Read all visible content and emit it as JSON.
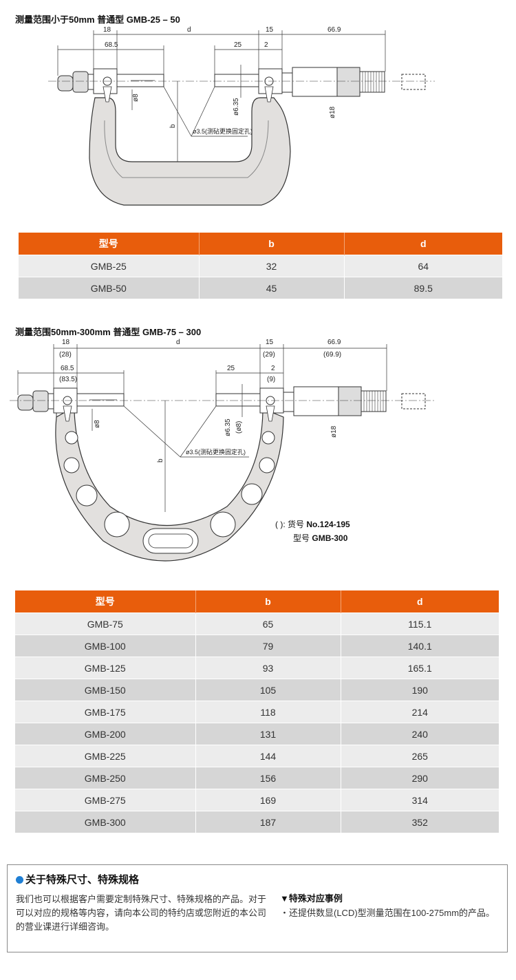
{
  "section1": {
    "title": "测量范围小于50mm 普通型   GMB-25 – 50",
    "dims": {
      "d18": "18",
      "d": "d",
      "d15": "15",
      "d669": "66.9",
      "d685": "68.5",
      "d25": "25",
      "d2": "2",
      "phi8": "ø8",
      "phi635": "ø6.35",
      "phi18": "ø18",
      "b": "b",
      "hole": "ø3.5(测砧更换固定孔)"
    },
    "table": {
      "headers": [
        "型号",
        "b",
        "d"
      ],
      "rows": [
        [
          "GMB-25",
          "32",
          "64"
        ],
        [
          "GMB-50",
          "45",
          "89.5"
        ]
      ]
    }
  },
  "section2": {
    "title": "测量范围50mm-300mm 普通型   GMB-75 – 300",
    "dims": {
      "d18": "18",
      "d18b": "(28)",
      "d": "d",
      "d15": "15",
      "d15b": "(29)",
      "d669": "66.9",
      "d669b": "(69.9)",
      "d685": "68.5",
      "d685b": "(83.5)",
      "d25": "25",
      "d2": "2",
      "d2b": "(9)",
      "phi8": "ø8",
      "phi635": "ø6.35",
      "phi635b": "(ø8)",
      "phi18": "ø18",
      "b": "b",
      "hole": "ø3.5(测砧更换固定孔)"
    },
    "legend": {
      "line1_prefix": "( ): 货号",
      "line1_value": "No.124-195",
      "line2_prefix": "型号",
      "line2_value": "GMB-300"
    },
    "table": {
      "headers": [
        "型号",
        "b",
        "d"
      ],
      "rows": [
        [
          "GMB-75",
          "65",
          "115.1"
        ],
        [
          "GMB-100",
          "79",
          "140.1"
        ],
        [
          "GMB-125",
          "93",
          "165.1"
        ],
        [
          "GMB-150",
          "105",
          "190"
        ],
        [
          "GMB-175",
          "118",
          "214"
        ],
        [
          "GMB-200",
          "131",
          "240"
        ],
        [
          "GMB-225",
          "144",
          "265"
        ],
        [
          "GMB-250",
          "156",
          "290"
        ],
        [
          "GMB-275",
          "169",
          "314"
        ],
        [
          "GMB-300",
          "187",
          "352"
        ]
      ]
    }
  },
  "note": {
    "title": "关于特殊尺寸、特殊规格",
    "body": "我们也可以根据客户需要定制特殊尺寸、特殊规格的产品。对于可以对应的规格等内容，请向本公司的特约店或您附近的本公司的营业课进行详细咨询。",
    "right_title": "▼特殊对应事例",
    "right_item": "・还提供数显(LCD)型测量范围在100-275mm的产品。"
  },
  "colors": {
    "header_orange": "#e85d0c",
    "row_light": "#ececec",
    "row_dark": "#d6d6d6",
    "bullet_blue": "#1f7fd4",
    "frame_gray": "#e2e0de"
  }
}
